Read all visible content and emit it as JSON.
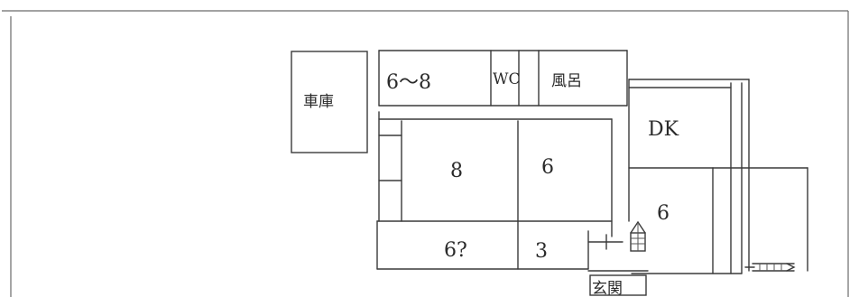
{
  "top_fragment": "",
  "rooms": {
    "garage": "車庫",
    "room_6_8": "6〜8",
    "wc": "WC",
    "bath": "風呂",
    "dk": "DK",
    "room_8": "8",
    "room_6_center": "6",
    "room_6_right": "6",
    "room_6q": "6?",
    "room_3": "3",
    "entrance": "玄関"
  }
}
